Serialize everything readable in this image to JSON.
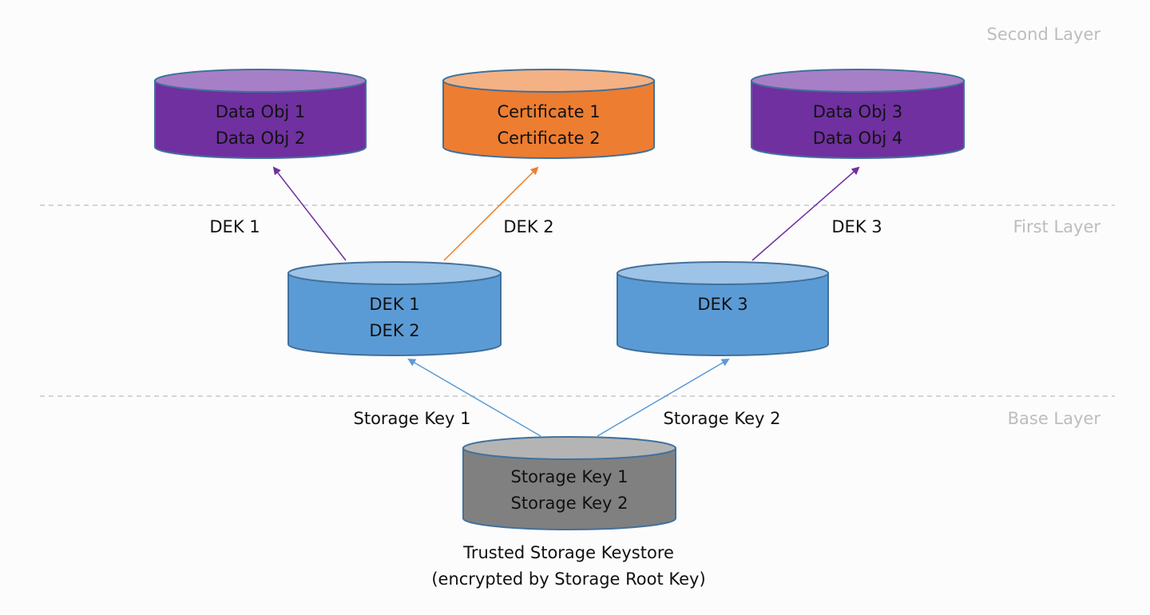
{
  "layers": [
    {
      "id": "second",
      "label": "Second Layer"
    },
    {
      "id": "first",
      "label": "First Layer"
    },
    {
      "id": "base",
      "label": "Base Layer"
    }
  ],
  "colors": {
    "purple_body": "#7030a0",
    "purple_top": "#a77fc7",
    "orange_body": "#ed7d31",
    "orange_top": "#f4b183",
    "blue_body": "#5b9bd5",
    "blue_top": "#9dc3e6",
    "gray_body": "#808080",
    "gray_top": "#b4b4b4",
    "outline": "#41719c",
    "arrow_purple": "#7030a0",
    "arrow_orange": "#ed7d31",
    "arrow_blue": "#5b9bd5",
    "divider": "#c8c8c8"
  },
  "nodes": {
    "data_obj_12": {
      "lines": [
        "Data Obj 1",
        "Data Obj 2"
      ]
    },
    "certificates": {
      "lines": [
        "Certificate 1",
        "Certificate 2"
      ]
    },
    "data_obj_34": {
      "lines": [
        "Data Obj 3",
        "Data Obj 4"
      ]
    },
    "dek_12": {
      "lines": [
        "DEK 1",
        "DEK 2"
      ]
    },
    "dek_3": {
      "lines": [
        "DEK 3"
      ]
    },
    "keystore": {
      "lines": [
        "Storage Key 1",
        "Storage Key 2"
      ]
    }
  },
  "edges": {
    "dek1": {
      "label": "DEK 1",
      "from": "dek_12",
      "to": "data_obj_12"
    },
    "dek2": {
      "label": "DEK 2",
      "from": "dek_12",
      "to": "certificates"
    },
    "dek3": {
      "label": "DEK 3",
      "from": "dek_3",
      "to": "data_obj_34"
    },
    "sk1": {
      "label": "Storage Key 1",
      "from": "keystore",
      "to": "dek_12"
    },
    "sk2": {
      "label": "Storage Key 2",
      "from": "keystore",
      "to": "dek_3"
    }
  },
  "caption": {
    "line1": "Trusted Storage Keystore",
    "line2": "(encrypted by Storage Root Key)"
  }
}
